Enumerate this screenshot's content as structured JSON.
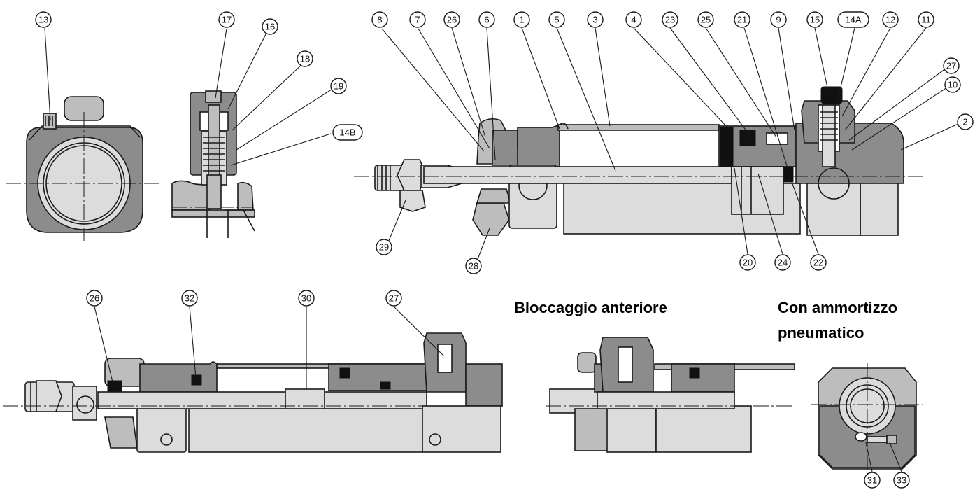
{
  "callouts": {
    "c1": "1",
    "c2": "2",
    "c3": "3",
    "c4": "4",
    "c5": "5",
    "c6": "6",
    "c7": "7",
    "c8": "8",
    "c9": "9",
    "c10": "10",
    "c11": "11",
    "c12": "12",
    "c13": "13",
    "c14a": "14A",
    "c14b": "14B",
    "c15": "15",
    "c16": "16",
    "c17": "17",
    "c18": "18",
    "c19": "19",
    "c20": "20",
    "c21": "21",
    "c22": "22",
    "c23": "23",
    "c24": "24",
    "c25": "25",
    "c26": "26",
    "c27": "27",
    "c28": "28",
    "c29": "29",
    "c26b": "26",
    "c32": "32",
    "c30": "30",
    "c27b": "27",
    "c31": "31",
    "c33": "33"
  },
  "headings": {
    "front_lock": "Bloccaggio anteriore",
    "cushion_line1": "Con ammortizzo",
    "cushion_line2": "pneumatico"
  },
  "colors": {
    "fill_dark": "#8c8c8c",
    "fill_mid": "#bdbdbd",
    "fill_light": "#dcdcdc",
    "seal": "#111111",
    "line": "#1a1a1a"
  }
}
